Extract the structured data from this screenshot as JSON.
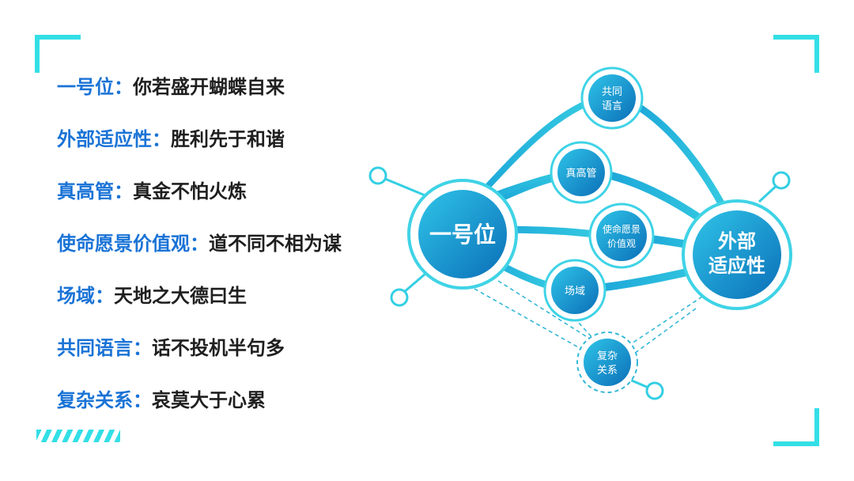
{
  "items": [
    {
      "key": "一号位",
      "sep": "：",
      "value": "你若盛开蝴蝶自来"
    },
    {
      "key": "外部适应性",
      "sep": "：",
      "value": "胜利先于和谐"
    },
    {
      "key": "真高管",
      "sep": "：",
      "value": "真金不怕火炼"
    },
    {
      "key": "使命愿景价值观",
      "sep": "：",
      "value": "道不同不相为谋"
    },
    {
      "key": "场域",
      "sep": "：",
      "value": "天地之大德曰生"
    },
    {
      "key": "共同语言",
      "sep": "：",
      "value": "话不投机半句多"
    },
    {
      "key": "复杂关系",
      "sep": "：",
      "value": "哀莫大于心累"
    }
  ],
  "diagram": {
    "hub_left": "一号位",
    "hub_right": [
      "外部",
      "适应性"
    ],
    "nodes": [
      [
        "共同",
        "语言"
      ],
      [
        "真高管"
      ],
      [
        "使命愿景",
        "价值观"
      ],
      [
        "场域"
      ],
      [
        "复杂",
        "关系"
      ]
    ]
  },
  "colors": {
    "accent_cyan": "#33dfe6",
    "key_blue": "#1a73d6",
    "node_blue": "#1aa3d8",
    "node_dark": "#0b6fb8",
    "text_dark": "#1f1f1f"
  }
}
